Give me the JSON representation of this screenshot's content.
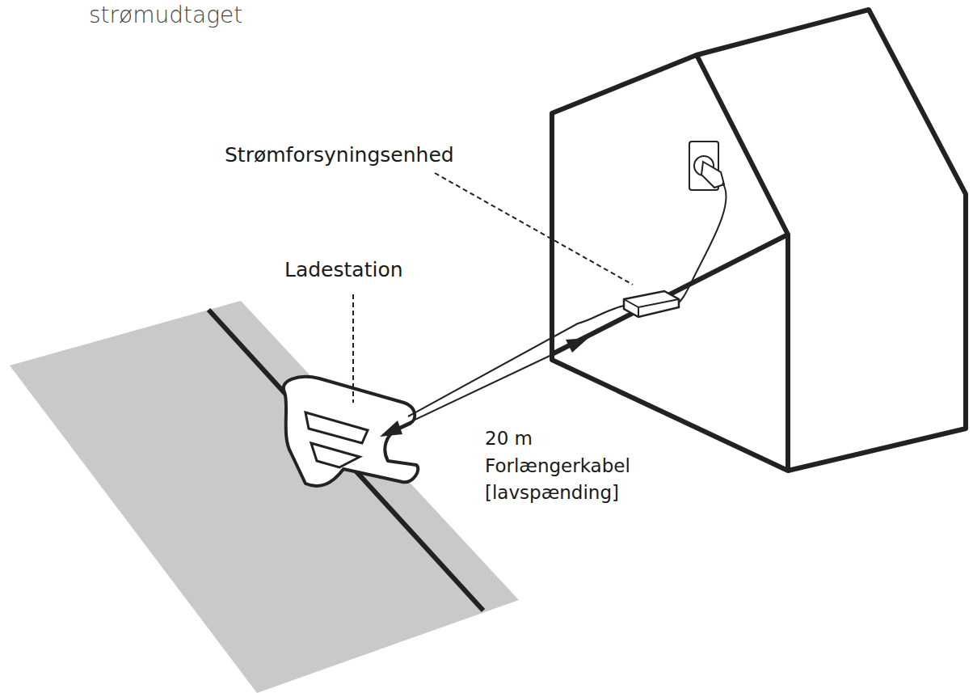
{
  "diagram": {
    "title": "strømudtaget",
    "labels": [
      "Strømforsyningsenhed",
      "Ladestation",
      "20 m",
      "Forlængerkabel [lavspænding]"
    ]
  }
}
